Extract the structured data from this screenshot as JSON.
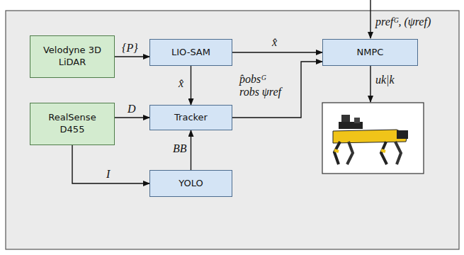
{
  "diagram": {
    "nodes": [
      {
        "text": [
          "Velodyne 3D LiDAR"
        ]
      },
      {
        "text": [
          "LIO-SAM"
        ]
      },
      {
        "text": [
          "NMPC"
        ]
      },
      {
        "text": [
          "RealSense D455"
        ]
      },
      {
        "text": [
          "Tracker"
        ]
      },
      {
        "text": [
          "YOLO"
        ]
      }
    ],
    "edges": [
      {
        "from": 0,
        "to": 1,
        "label": "{P}",
        "arrow": "to"
      },
      {
        "from": 1,
        "to": 2,
        "label": "x̂",
        "arrow": "to"
      },
      {
        "from": 1,
        "to": 4,
        "label": "x̂",
        "arrow": "to"
      },
      {
        "from": 3,
        "to": 4,
        "label": "D",
        "arrow": "to"
      },
      {
        "from": 3,
        "to": 5,
        "label": "I",
        "arrow": "to"
      },
      {
        "from": 5,
        "to": 4,
        "label": "BB",
        "arrow": "to"
      },
      {
        "from": 4,
        "to": 2,
        "label": "p̂obsᴳ robs ψref",
        "arrow": "to"
      }
    ],
    "labels": [
      "prefᴳ, (ψref)",
      "uk|k"
    ]
  }
}
